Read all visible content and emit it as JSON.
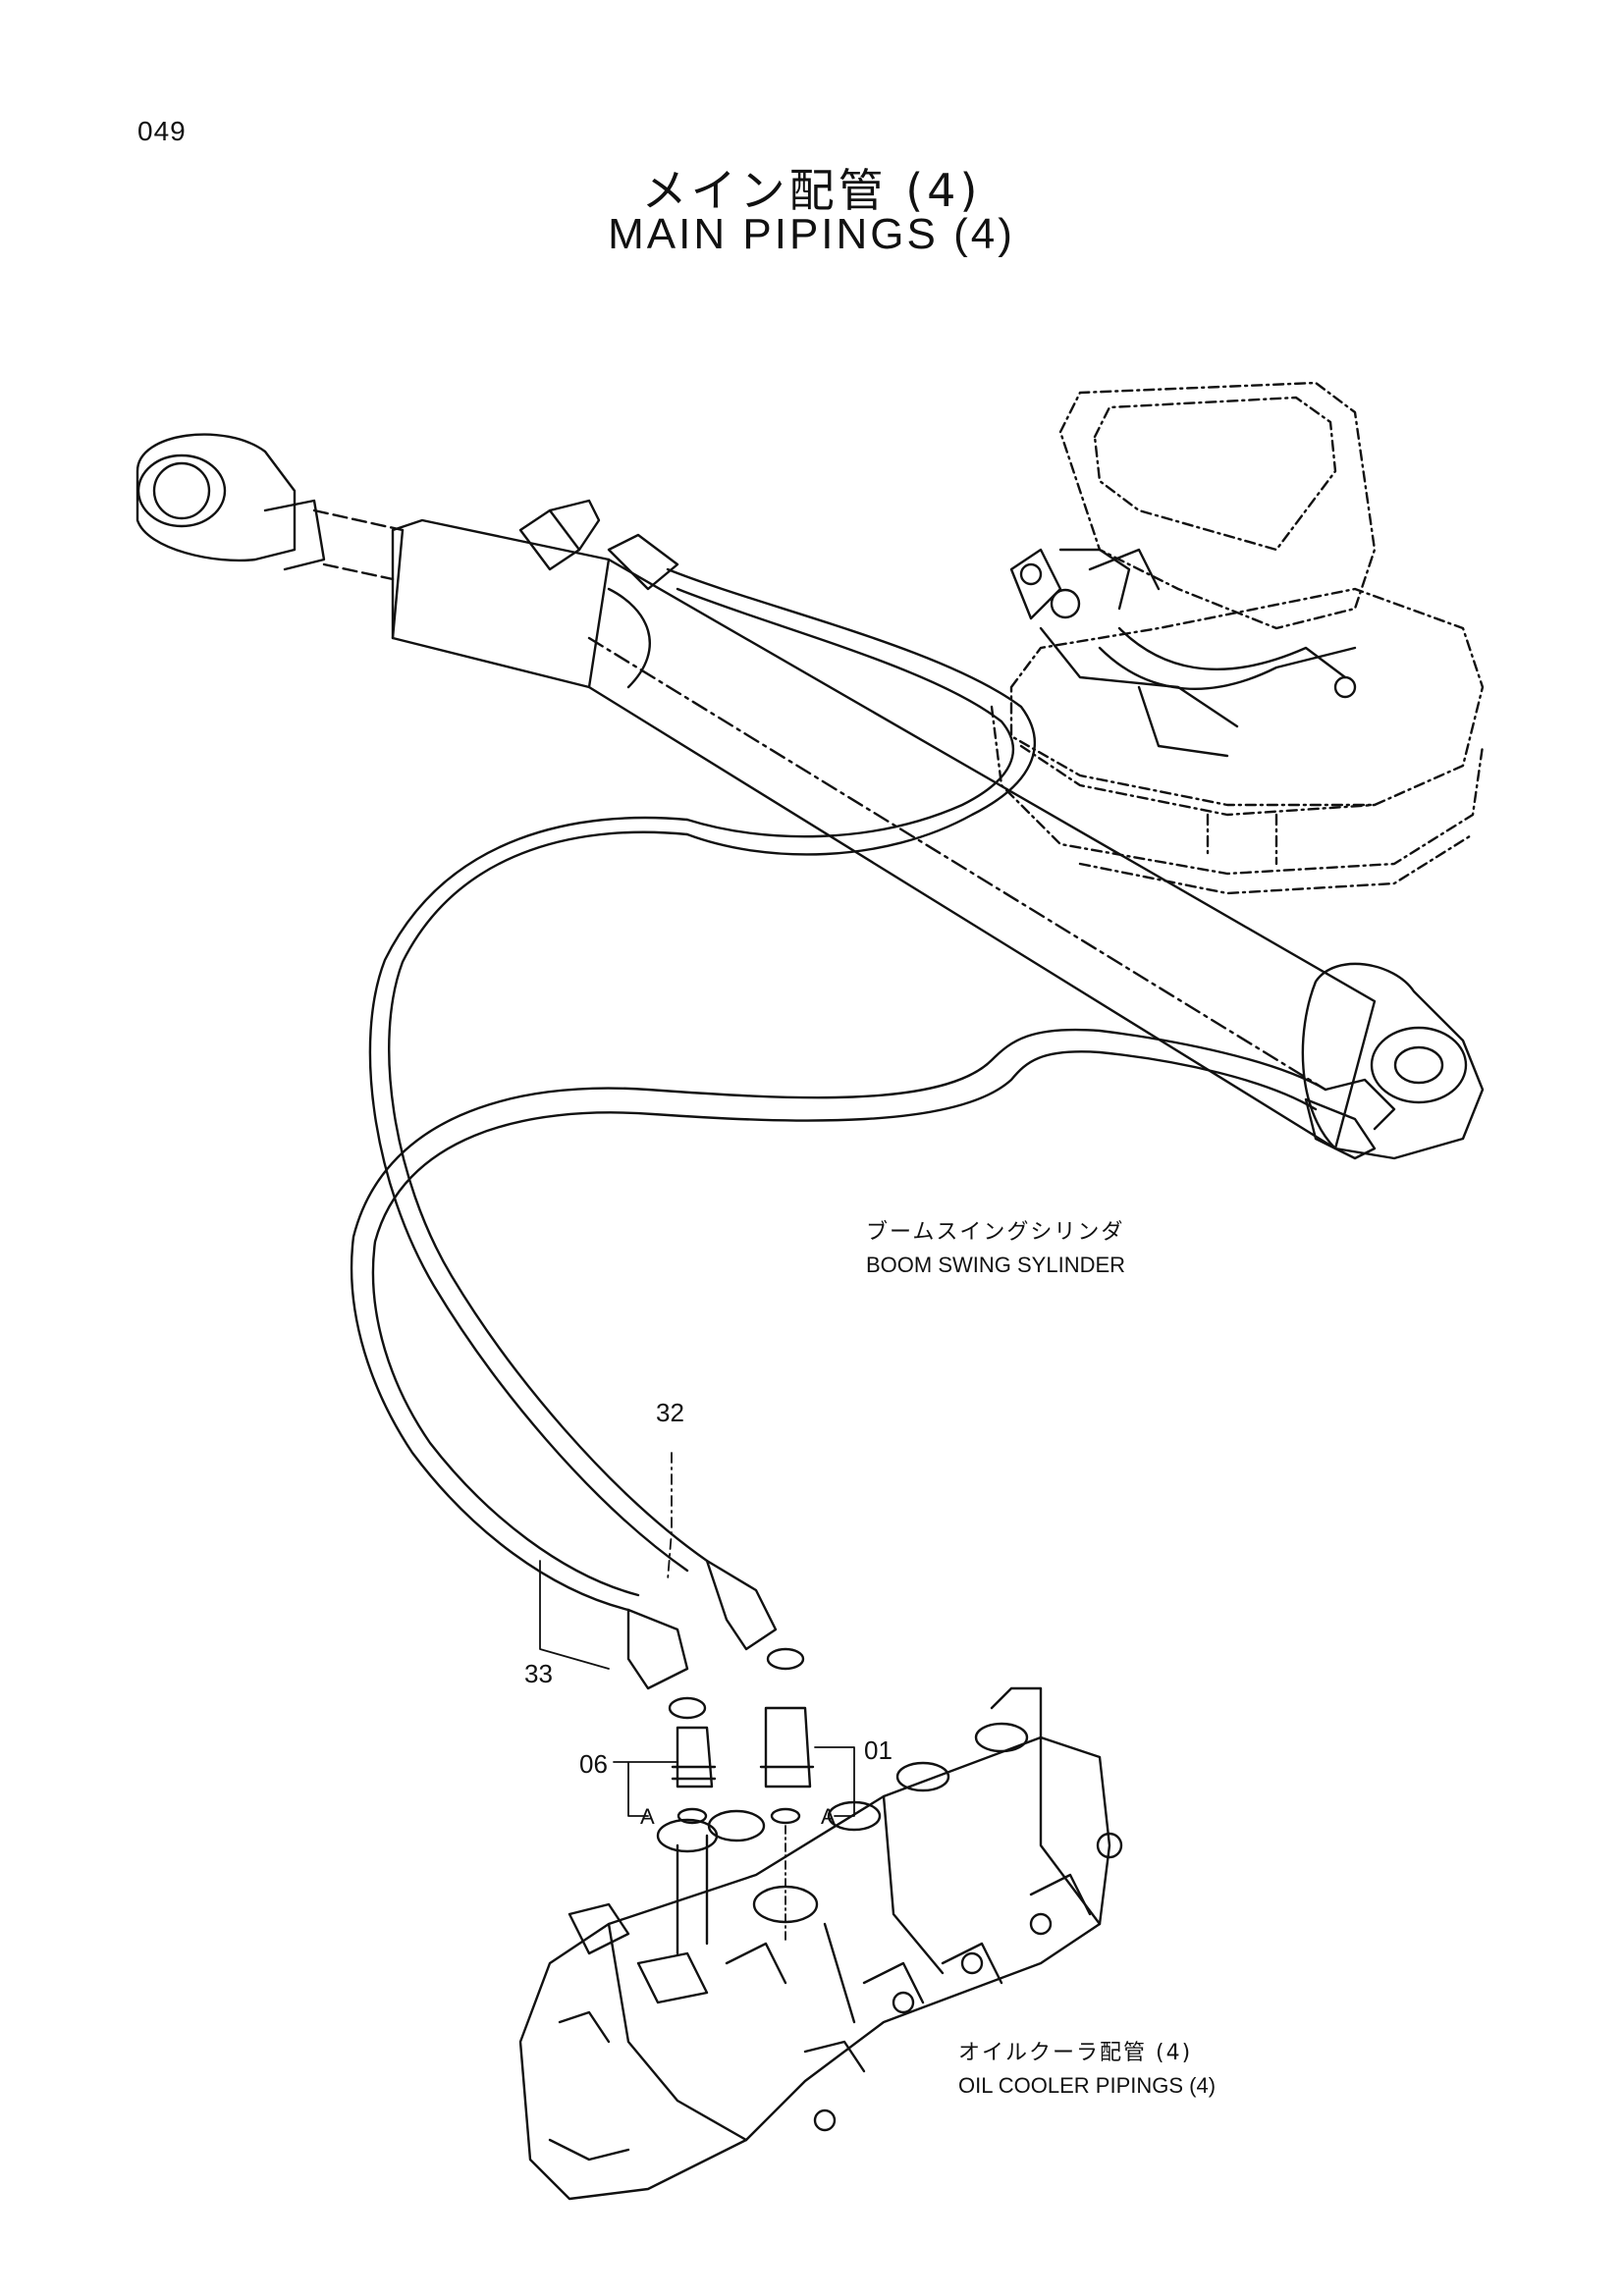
{
  "page_number": "049",
  "title": {
    "jp": "メイン配管 (4)",
    "en": "MAIN PIPINGS (4)"
  },
  "labels": {
    "boom_swing": {
      "jp": "ブームスイングシリンダ",
      "en": "BOOM SWING SYLINDER"
    },
    "oil_cooler": {
      "jp": "オイルクーラ配管 (4)",
      "en": "OIL COOLER PIPINGS (4)"
    }
  },
  "part_numbers": {
    "p32": "32",
    "p33": "33",
    "p06": "06",
    "p01": "01",
    "a_left": "A",
    "a_right": "A"
  }
}
